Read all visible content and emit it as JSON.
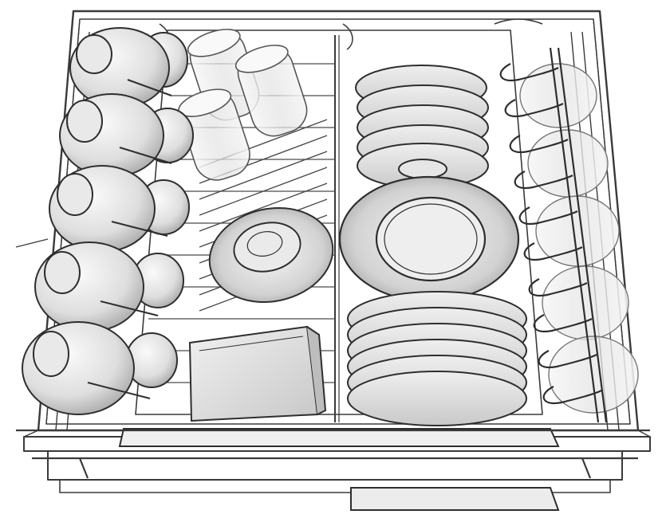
{
  "illustration": {
    "subject": "dishwasher-upper-rack-loaded",
    "items": [
      "cups-row-left",
      "glasses-group",
      "small-bowl",
      "large-bowl",
      "stacked-plates-upper",
      "stacked-plates-lower",
      "square-container",
      "fork-tines-glasses-right",
      "serving-platter"
    ]
  },
  "colors": {
    "wire": "#3a3a3a",
    "fill_light": "#f2f2f2",
    "fill_mid": "#dcdcdc",
    "fill_dark": "#b5b5b5",
    "background": "#ffffff"
  }
}
